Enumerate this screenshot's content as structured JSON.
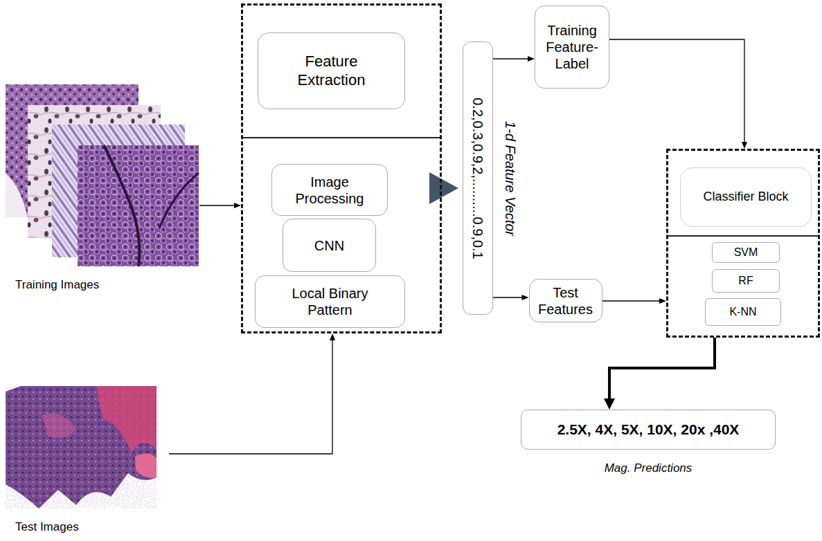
{
  "diagram": {
    "nodes": [
      {
        "text": [
          "Training Images"
        ]
      },
      {
        "text": [
          "Test Images"
        ]
      },
      {
        "text": []
      },
      {
        "text": [
          "Feature Extraction"
        ],
        "in": 2
      },
      {
        "text": [
          "Image Processing"
        ],
        "in": 2
      },
      {
        "text": [
          "CNN"
        ],
        "in": 2
      },
      {
        "text": [
          "Local Binary Pattern"
        ],
        "in": 2
      },
      {
        "text": [
          "0.2,0.3,0.9,2,..........0.9,0.1",
          "1-d Feature Vector"
        ]
      },
      {
        "text": [
          "Training Feature-Label"
        ]
      },
      {
        "text": [
          "Test Features"
        ]
      },
      {
        "text": []
      },
      {
        "text": [
          "Classifier Block"
        ],
        "in": 10
      },
      {
        "text": [
          "SVM"
        ],
        "in": 10
      },
      {
        "text": [
          "RF"
        ],
        "in": 10
      },
      {
        "text": [
          "K-NN"
        ],
        "in": 10
      },
      {
        "text": [
          "2.5X, 4X, 5X, 10X, 20x ,40X",
          "Mag. Predictions"
        ]
      }
    ],
    "edges": [
      {
        "from": 0,
        "to": 2,
        "arrow": "to"
      },
      {
        "from": 1,
        "to": 2,
        "arrow": "to"
      },
      {
        "from": 2,
        "to": 7,
        "arrow": "to"
      },
      {
        "from": 7,
        "to": 8,
        "arrow": "to"
      },
      {
        "from": 8,
        "to": 10,
        "arrow": "to"
      },
      {
        "from": 7,
        "to": 9,
        "arrow": "to"
      },
      {
        "from": 9,
        "to": 10,
        "arrow": "to"
      },
      {
        "from": 10,
        "to": 15,
        "arrow": "to"
      }
    ]
  }
}
